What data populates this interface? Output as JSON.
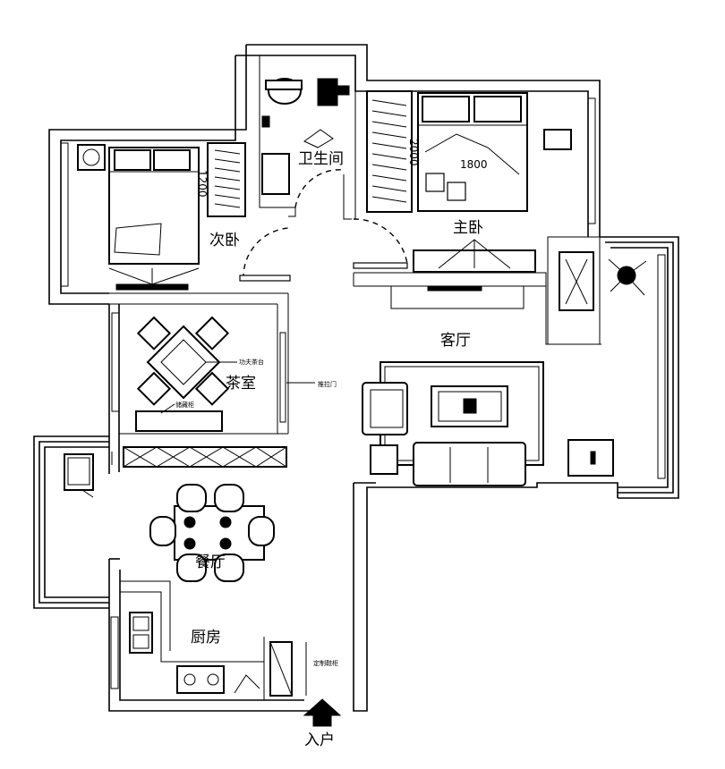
{
  "rooms": {
    "bathroom": "卫生间",
    "second_bedroom": "次卧",
    "master_bedroom": "主卧",
    "living_room": "客厅",
    "tea_room": "茶室",
    "dining": "餐厅",
    "kitchen": "厨房"
  },
  "dimensions": {
    "second_bed_width": "1200",
    "master_bed_length": "2000",
    "master_bed_width": "1800"
  },
  "annotations": {
    "tea_table": "功夫茶台",
    "storage_cabinet": "储藏柜",
    "sliding_door": "推拉门",
    "shoe_cabinet": "定制鞋柜"
  },
  "entrance": {
    "label": "入户",
    "arrow_icon": "entrance-arrow-icon"
  }
}
